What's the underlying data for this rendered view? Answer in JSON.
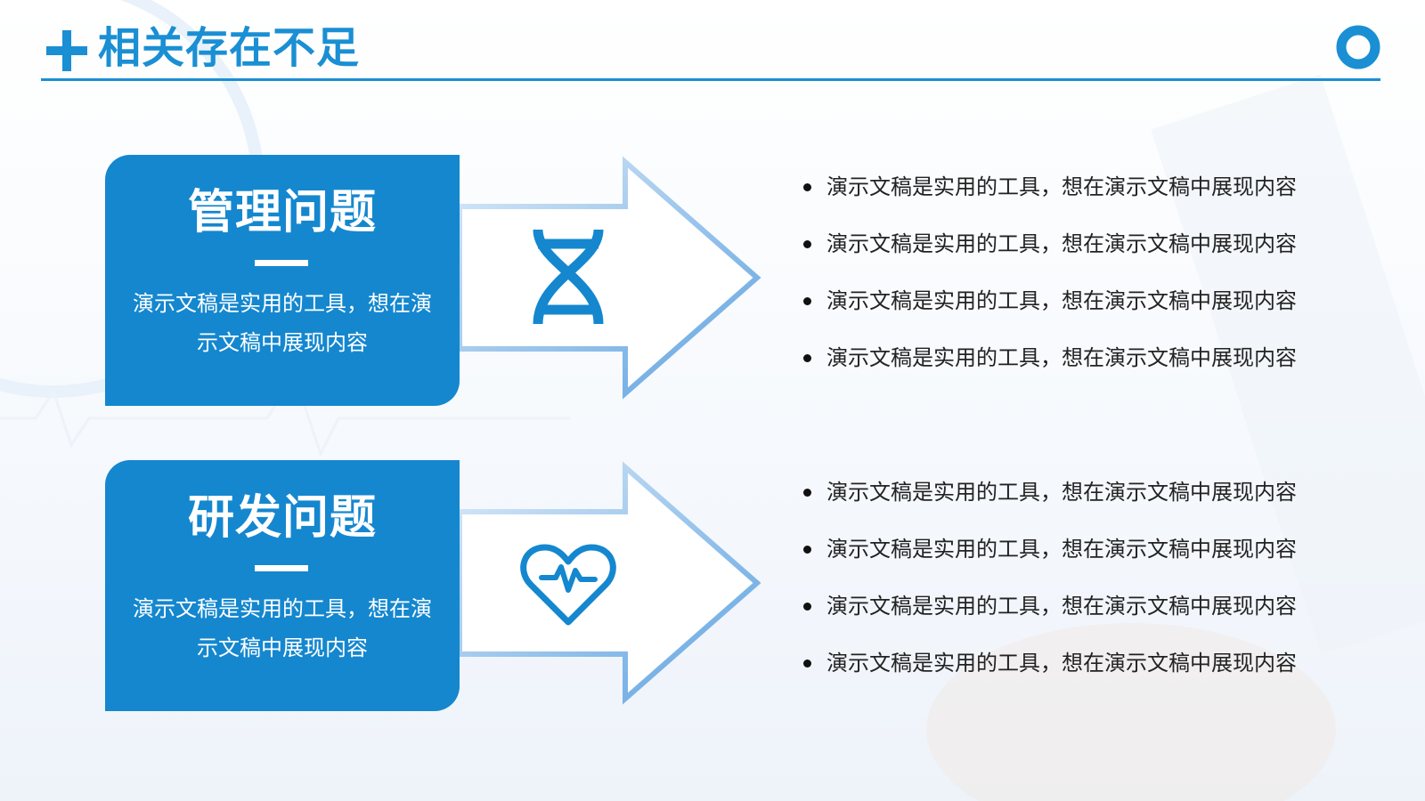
{
  "header": {
    "title": "相关存在不足",
    "plus_icon": "plus-icon",
    "ring_icon": "ring-icon",
    "accent_color": "#1a8fd3"
  },
  "blocks": [
    {
      "title": "管理问题",
      "description": "演示文稿是实用的工具，想在演示文稿中展现内容",
      "icon": "dna-icon",
      "bullets": [
        "演示文稿是实用的工具，想在演示文稿中展现内容",
        "演示文稿是实用的工具，想在演示文稿中展现内容",
        "演示文稿是实用的工具，想在演示文稿中展现内容",
        "演示文稿是实用的工具，想在演示文稿中展现内容"
      ]
    },
    {
      "title": "研发问题",
      "description": "演示文稿是实用的工具，想在演示文稿中展现内容",
      "icon": "heartbeat-icon",
      "bullets": [
        "演示文稿是实用的工具，想在演示文稿中展现内容",
        "演示文稿是实用的工具，想在演示文稿中展现内容",
        "演示文稿是实用的工具，想在演示文稿中展现内容",
        "演示文稿是实用的工具，想在演示文稿中展现内容"
      ]
    }
  ],
  "colors": {
    "card": "#1487cf",
    "arrow_edge": "#7fb3e3",
    "text": "#222222"
  }
}
